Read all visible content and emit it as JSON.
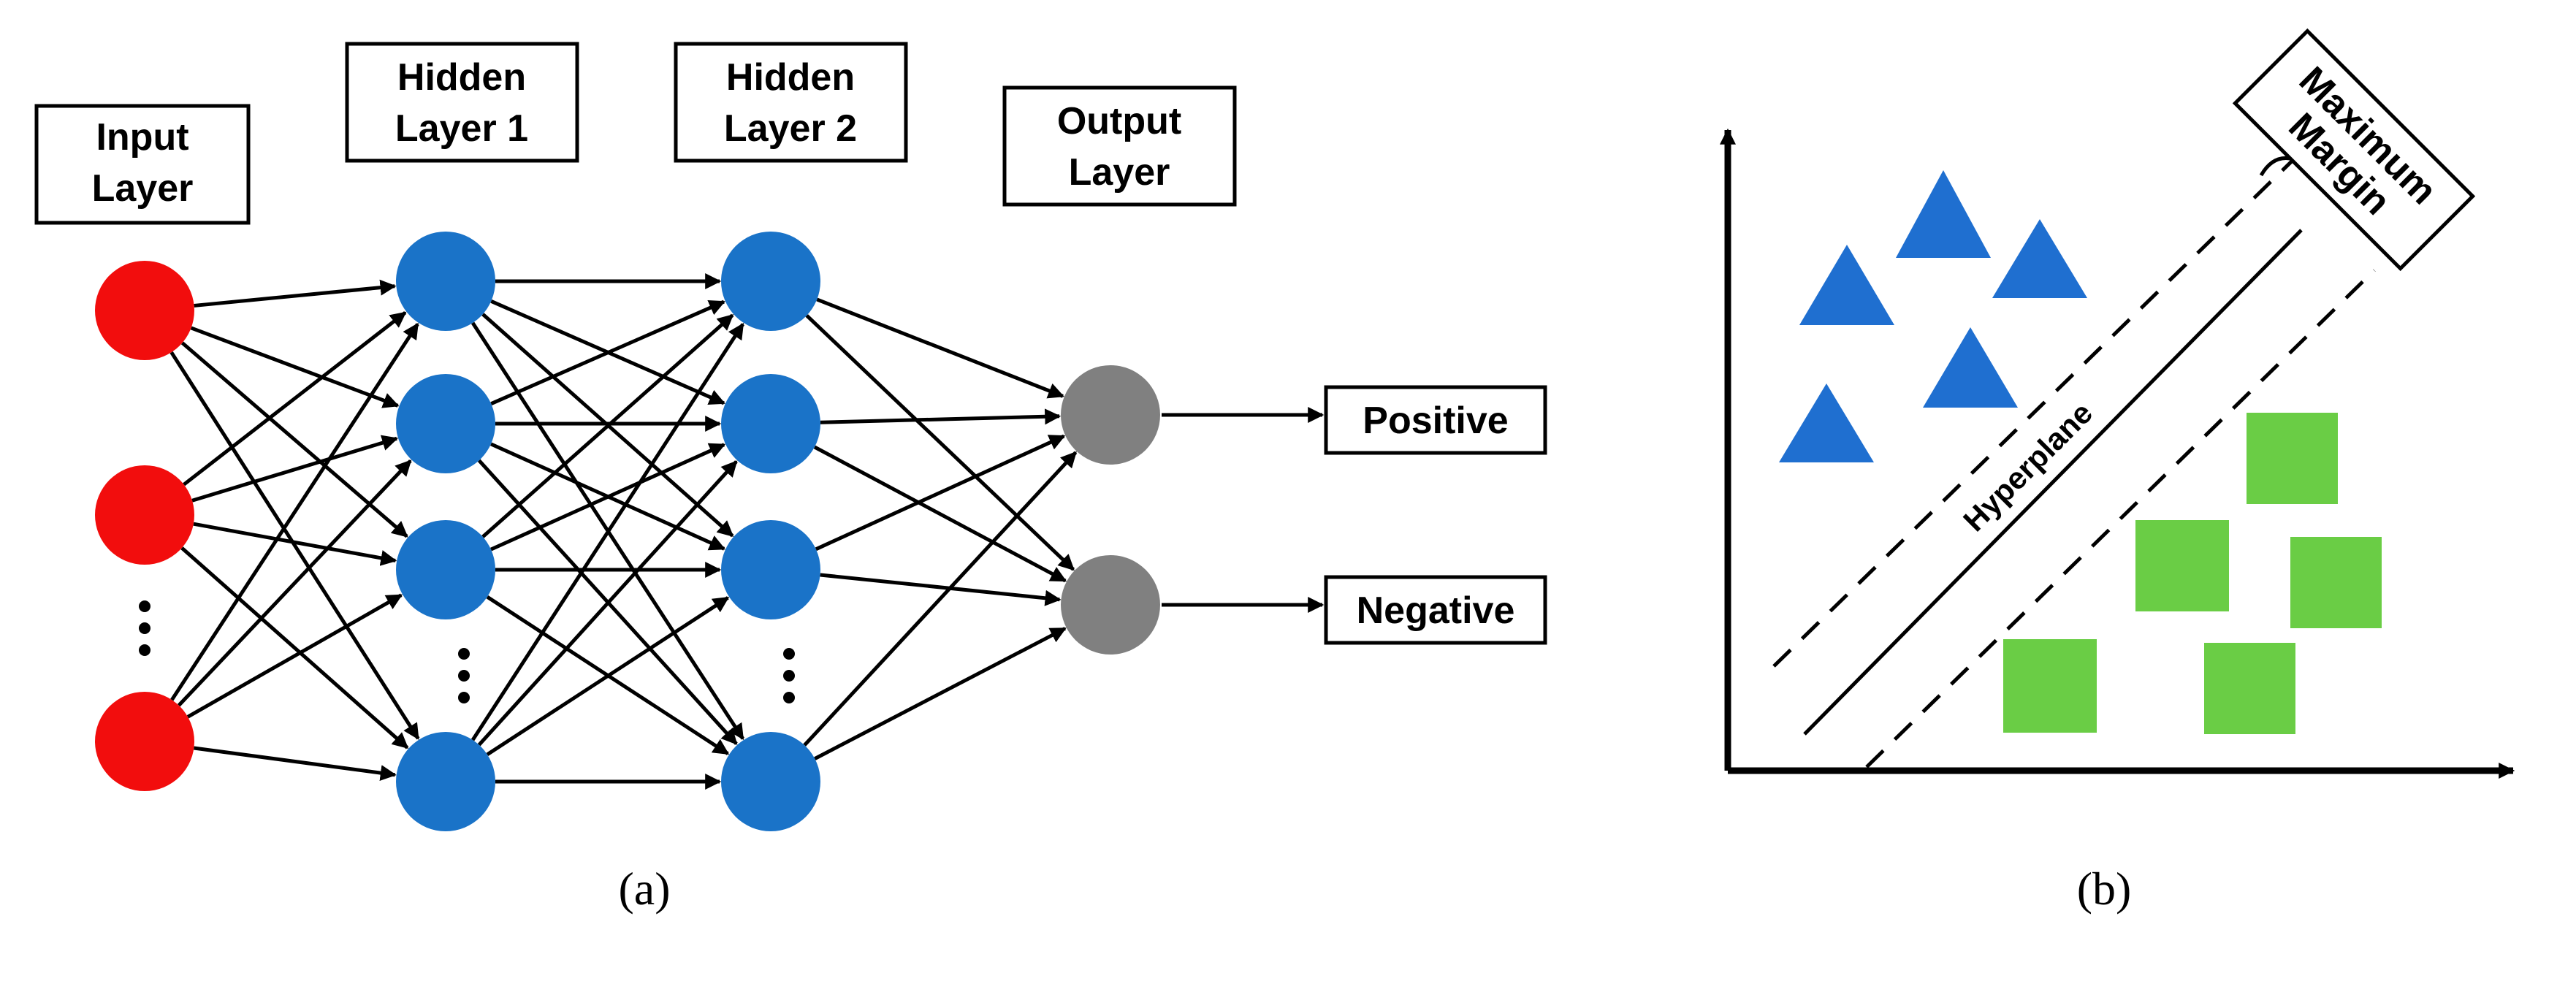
{
  "panel_a": {
    "layer_labels": {
      "input": [
        "Input",
        "Layer"
      ],
      "hidden1": [
        "Hidden",
        "Layer 1"
      ],
      "hidden2": [
        "Hidden",
        "Layer 2"
      ],
      "output": [
        "Output",
        "Layer"
      ]
    },
    "outputs": [
      "Positive",
      "Negative"
    ],
    "caption": "(a)",
    "colors": {
      "input_node": "#f20d0d",
      "hidden_node": "#1a73c8",
      "output_node": "#808080"
    }
  },
  "panel_b": {
    "hyperplane_label": "Hyperplane",
    "margin_label": [
      "Maximum",
      "Margin"
    ],
    "caption": "(b)",
    "colors": {
      "triangle": "#1f6fd0",
      "square": "#6acd45"
    }
  }
}
